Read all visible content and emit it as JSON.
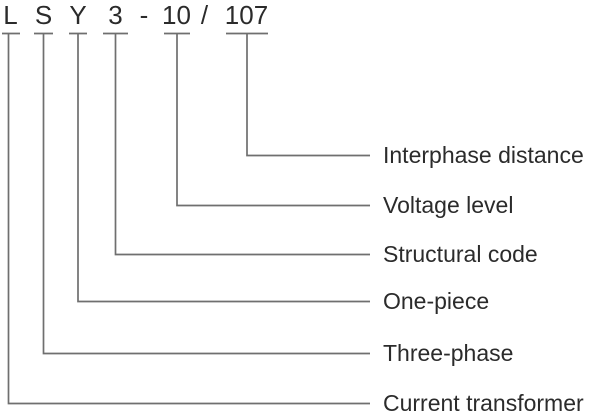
{
  "model_code": {
    "full": "LSY3-10/107",
    "segments": [
      {
        "text": "L"
      },
      {
        "text": "S"
      },
      {
        "text": "Y"
      },
      {
        "text": "3"
      },
      {
        "text": "-"
      },
      {
        "text": "10"
      },
      {
        "text": "/"
      },
      {
        "text": "107"
      }
    ]
  },
  "labels": [
    {
      "text": "Interphase distance",
      "maps_to": "107"
    },
    {
      "text": "Voltage level",
      "maps_to": "10"
    },
    {
      "text": "Structural code",
      "maps_to": "3"
    },
    {
      "text": "One-piece",
      "maps_to": "Y"
    },
    {
      "text": "Three-phase",
      "maps_to": "S"
    },
    {
      "text": "Current transformer",
      "maps_to": "L"
    }
  ],
  "colors": {
    "text": "#2b2b2b",
    "line": "#6f6f6f",
    "background": "#ffffff"
  }
}
